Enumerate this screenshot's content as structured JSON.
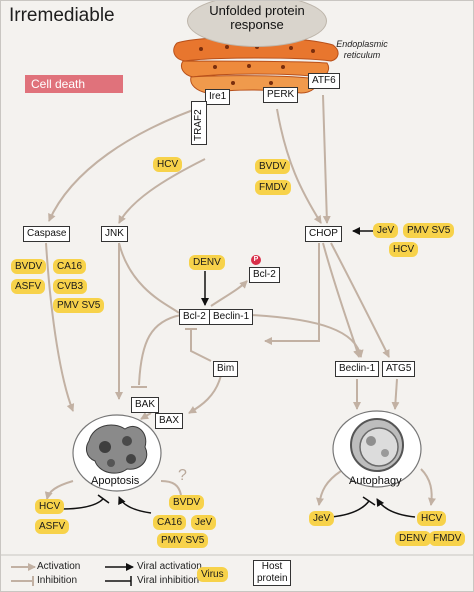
{
  "title": "Irremediable",
  "er": {
    "upr_label": "Unfolded protein response",
    "er_label": "Endoplasmic reticulum",
    "sensors": [
      "Ire1",
      "PERK",
      "ATF6",
      "TRAF2"
    ]
  },
  "cell_death_label": "Cell death",
  "host_proteins": {
    "caspase": "Caspase",
    "jnk": "JNK",
    "chop": "CHOP",
    "bcl2": "Bcl-2",
    "bcl2_beclin1": "Bcl-2",
    "beclin1_complex": "Beclin-1",
    "bim": "Bim",
    "beclin1": "Beclin-1",
    "atg5": "ATG5",
    "bak": "BAK",
    "bax": "BAX"
  },
  "phospho_label": "P",
  "viruses": {
    "hcv_jnk": "HCV",
    "bvdv_chop": "BVDV",
    "fmdv_chop": "FMDV",
    "denv_bcl2": "DENV",
    "jev_chop": "JeV",
    "pmvsv5_chop": "PMV SV5",
    "hcv_chop": "HCV",
    "caspase_group": [
      "BVDV",
      "CA16",
      "ASFV",
      "CVB3",
      "PMV SV5"
    ],
    "apoptosis_inhibit": [
      "HCV",
      "ASFV"
    ],
    "apoptosis_activate": [
      "BVDV",
      "CA16",
      "JeV",
      "PMV SV5"
    ],
    "autophagy_inhibit": [
      "JeV"
    ],
    "autophagy_activate": [
      "HCV",
      "DENV",
      "FMDV"
    ]
  },
  "outcomes": {
    "apoptosis": "Apoptosis",
    "autophagy": "Autophagy"
  },
  "question_mark": "?",
  "legend": {
    "activation": "Activation",
    "inhibition": "Inhibition",
    "viral_activation": "Viral activation",
    "viral_inhibition": "Viral inhibition",
    "virus": "Virus",
    "host_protein": "Host protein"
  },
  "colors": {
    "host_arrow": "#c2b1a3",
    "viral_arrow": "#111111",
    "virus_fill": "#f7d24a",
    "cell_death_fill": "#e0727b",
    "er_orange": "#e8762e"
  },
  "icons": [
    "endoplasmic-reticulum-illustration",
    "apoptotic-cell-illustration",
    "autophagosome-illustration"
  ]
}
